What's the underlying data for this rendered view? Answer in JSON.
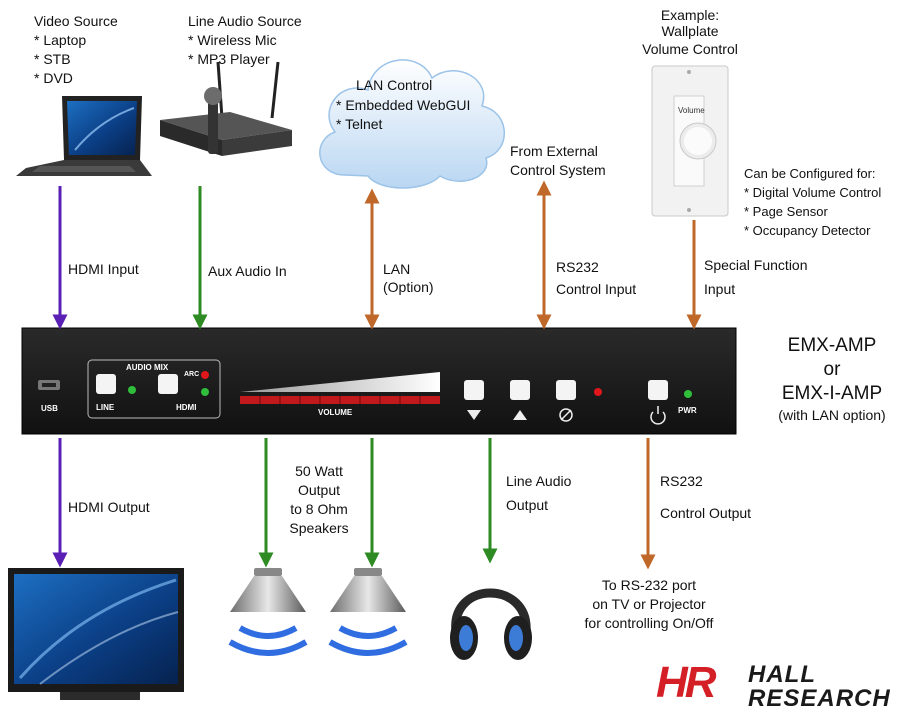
{
  "sources": {
    "video": {
      "title": "Video Source",
      "items": [
        "* Laptop",
        "* STB",
        "* DVD"
      ]
    },
    "audio": {
      "title": "Line Audio Source",
      "items": [
        "* Wireless Mic",
        "* MP3 Player"
      ]
    },
    "lan_cloud": {
      "title": "LAN Control",
      "items": [
        "* Embedded WebGUI",
        "* Telnet"
      ]
    },
    "external": {
      "line1": "From External",
      "line2": "Control System"
    },
    "wallplate": {
      "line1": "Example:",
      "line2": "Wallplate",
      "line3": "Volume Control",
      "knob_label": "Volume"
    },
    "configure": {
      "title": "Can be Configured for:",
      "items": [
        "* Digital Volume Control",
        "* Page Sensor",
        "* Occupancy Detector"
      ]
    }
  },
  "inputs": {
    "hdmi": "HDMI Input",
    "aux": "Aux Audio In",
    "lan": {
      "line1": "LAN",
      "line2": "(Option)"
    },
    "rs232": {
      "line1": "RS232",
      "line2": "Control Input"
    },
    "special": {
      "line1": "Special Function",
      "line2": "Input"
    }
  },
  "device": {
    "name1": "EMX-AMP",
    "name2": "or",
    "name3": "EMX-I-AMP",
    "sub": "(with LAN option)",
    "panel": {
      "usb": "USB",
      "audio_mix": "AUDIO MIX",
      "line": "LINE",
      "hdmi": "HDMI",
      "arc": "ARC",
      "volume": "VOLUME",
      "pwr": "PWR"
    }
  },
  "outputs": {
    "hdmi": "HDMI Output",
    "speakers": {
      "line1": "50 Watt",
      "line2": "Output",
      "line3": "to 8 Ohm",
      "line4": "Speakers"
    },
    "line_audio": {
      "line1": "Line Audio",
      "line2": "Output"
    },
    "rs232": {
      "line1": "RS232",
      "line2": "Control Output"
    },
    "rs232_target": {
      "line1": "To RS-232 port",
      "line2": "on TV or Projector",
      "line3": "for controlling On/Off"
    }
  },
  "logo": {
    "mark": "HR",
    "word1": "HALL",
    "word2": "RESEARCH"
  },
  "colors": {
    "purple": "#5a1fb4",
    "green": "#2e8a22",
    "orange": "#c0672a",
    "panel": "#1c1c1c",
    "led_red": "#e0161a",
    "led_green": "#2fbf3a",
    "logo_red": "#d41f26"
  }
}
